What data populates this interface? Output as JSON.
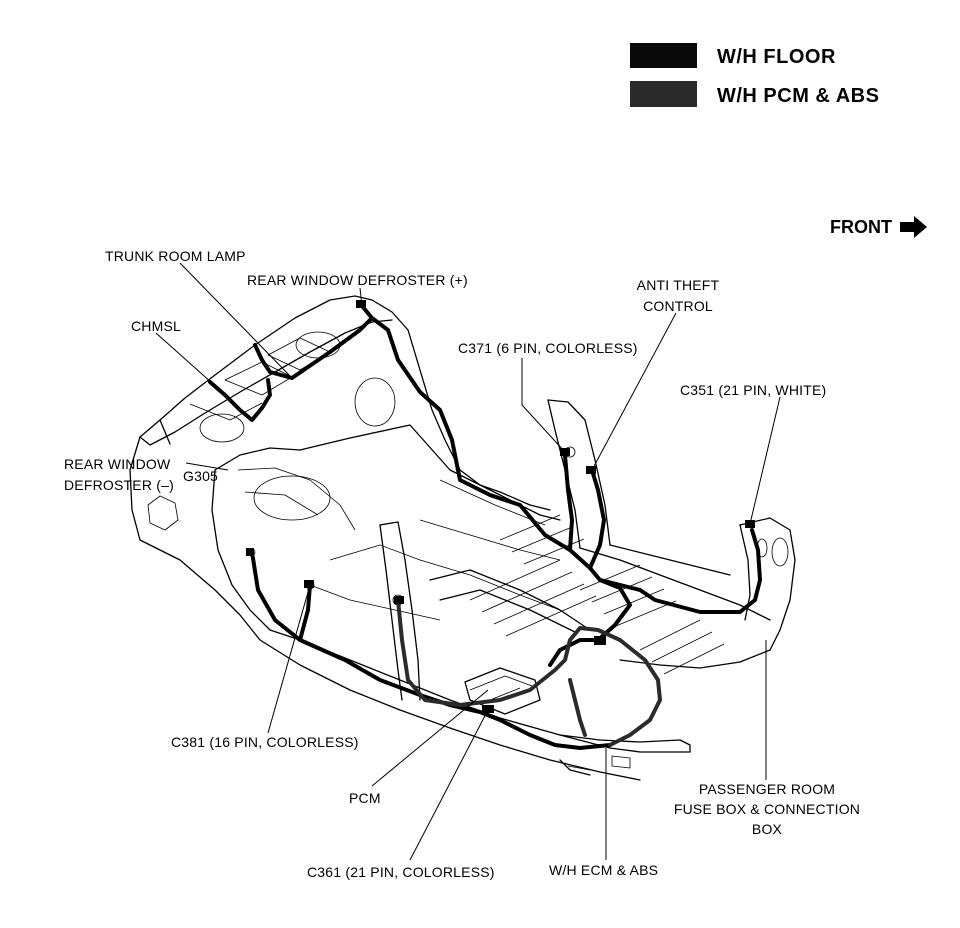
{
  "legend": {
    "items": [
      {
        "label": "W/H FLOOR",
        "color": "#0a0a0a"
      },
      {
        "label": "W/H PCM & ABS",
        "color": "#2b2b2b"
      }
    ]
  },
  "front": {
    "label": "FRONT"
  },
  "callouts": {
    "trunk_room_lamp": "TRUNK ROOM LAMP",
    "rear_window_defroster_pos": "REAR WINDOW DEFROSTER (+)",
    "chmsl": "CHMSL",
    "rear_window_defroster_neg_line1": "REAR WINDOW",
    "rear_window_defroster_neg_line2": "DEFROSTER (–)",
    "g305": "G305",
    "anti_theft_line1": "ANTI THEFT",
    "anti_theft_line2": "CONTROL",
    "c371": "C371 (6 PIN, COLORLESS)",
    "c351": "C351 (21 PIN, WHITE)",
    "c381": "C381 (16 PIN, COLORLESS)",
    "pcm": "PCM",
    "c361": "C361 (21 PIN, COLORLESS)",
    "wh_ecm_abs": "W/H ECM & ABS",
    "passenger_room_line1": "PASSENGER ROOM",
    "passenger_room_line2": "FUSE BOX & CONNECTION",
    "passenger_room_line3": "BOX"
  },
  "colors": {
    "ink": "#000000",
    "background": "#ffffff",
    "harness": "#000000"
  }
}
